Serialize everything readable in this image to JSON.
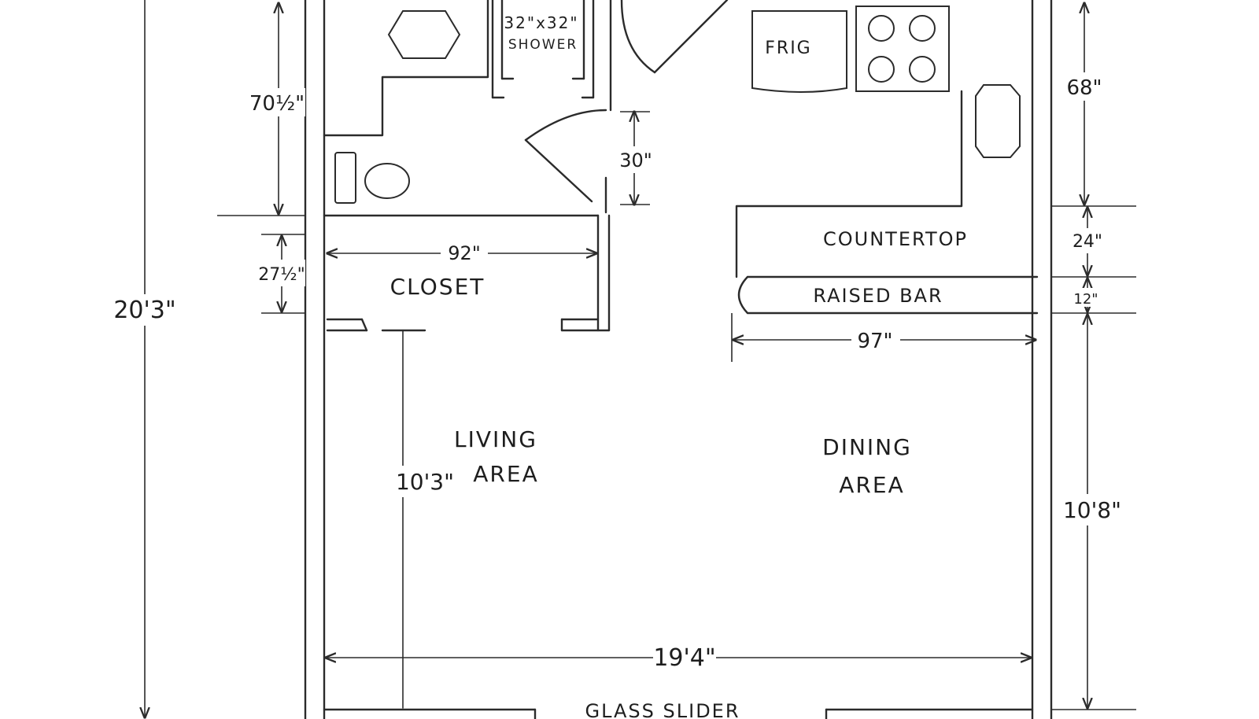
{
  "rooms": {
    "shower": {
      "size": "32\"x32\"",
      "name": "SHOWER"
    },
    "frig": "FRIG",
    "closet": "CLOSET",
    "living": {
      "line1": "LIVING",
      "line2": "AREA"
    },
    "dining": {
      "line1": "DINING",
      "line2": "AREA"
    },
    "countertop": "COUNTERTOP",
    "raised_bar": "RAISED BAR",
    "glass_slider": "GLASS SLIDER"
  },
  "dimensions": {
    "bath_height": "70½\"",
    "bath_door": "30\"",
    "closet_depth": "27½\"",
    "closet_width": "92\"",
    "overall_depth": "20'3\"",
    "living_depth": "10'3\"",
    "kitchen_depth": "68\"",
    "counter_depth": "24\"",
    "bar_depth": "12\"",
    "bar_length": "97\"",
    "dining_depth": "10'8\"",
    "overall_width": "19'4\""
  }
}
